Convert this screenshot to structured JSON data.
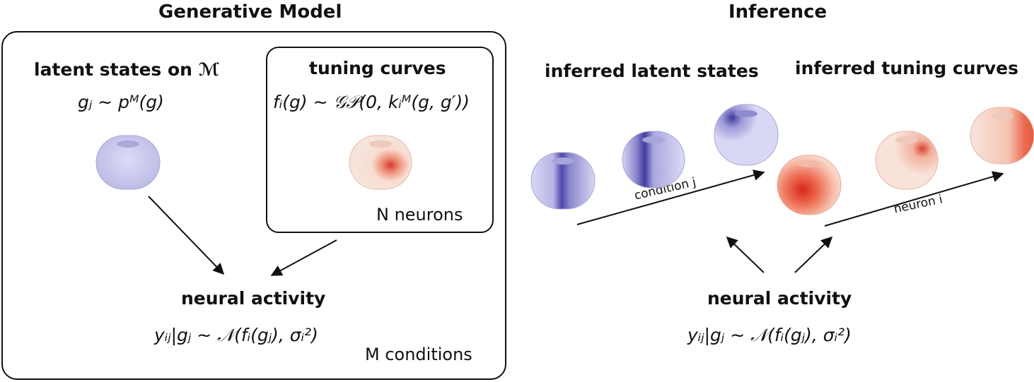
{
  "generative": {
    "title": "Generative Model",
    "latent": {
      "heading": "latent states on ℳ",
      "formula": "gⱼ ∼ pᴹ(g)"
    },
    "tuning": {
      "heading": "tuning curves",
      "formula": "fᵢ(g) ∼ 𝒢𝒫(0, kᵢᴹ(g, g′))",
      "count_label": "N neurons"
    },
    "activity": {
      "heading": "neural activity",
      "formula": "yᵢⱼ|gⱼ ∼ 𝒩(fᵢ(gⱼ), σᵢ²)",
      "count_label": "M conditions"
    }
  },
  "inference": {
    "title": "Inference",
    "latent_heading": "inferred latent states",
    "tuning_heading": "inferred tuning curves",
    "condition_axis": "condition j",
    "neuron_axis": "neuron i",
    "activity": {
      "heading": "neural activity",
      "formula": "yᵢⱼ|gⱼ ∼ 𝒩(fᵢ(gⱼ), σᵢ²)"
    }
  },
  "colors": {
    "latent": "#c9c9ee",
    "latent_dark": "#4a46a8",
    "tuning": "#f8e0d6",
    "tuning_dark": "#d93a26",
    "ink": "#111111"
  },
  "icons": [
    "torus-icon",
    "arrow-icon"
  ]
}
